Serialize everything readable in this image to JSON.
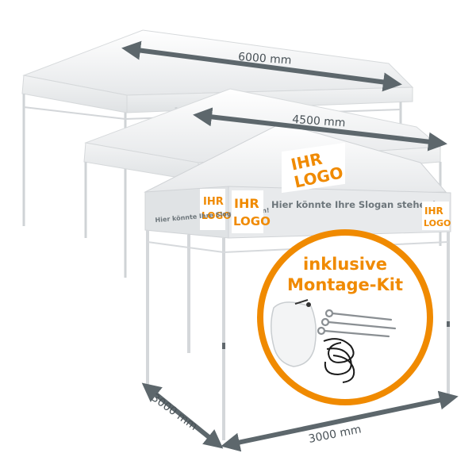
{
  "dimensions": {
    "width_large": "6000 mm",
    "width_medium": "4500 mm",
    "depth_front": "3000 mm",
    "width_front": "3000 mm"
  },
  "branding": {
    "logo_line1": "IHR",
    "logo_line2": "LOGO",
    "slogan": "Hier könnte Ihre Slogan stehen!"
  },
  "badge": {
    "line1": "inklusive",
    "line2": "Montage-Kit"
  },
  "colors": {
    "accent": "#f08a00",
    "arrow": "#5d676c",
    "canopy": "#f4f5f6",
    "frame": "#d9dcde"
  }
}
